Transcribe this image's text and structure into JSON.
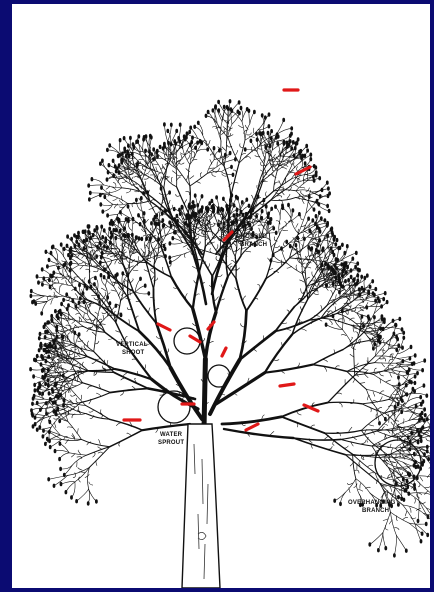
{
  "diagram": {
    "labels": {
      "label_a_line1": "CROSSED",
      "label_a_line2": "BRANCH",
      "label_b_line1": "VERTICAL",
      "label_b_line2": "SHOOT",
      "label_c_line1": "WATER",
      "label_c_line2": "SPROUT",
      "label_d_line1": "OVERHANGING",
      "label_d_line2": "BRANCH"
    },
    "colors": {
      "background": "#0b0b72",
      "paper": "#ffffff",
      "ink": "#111111",
      "cut_mark": "#e01818"
    }
  }
}
